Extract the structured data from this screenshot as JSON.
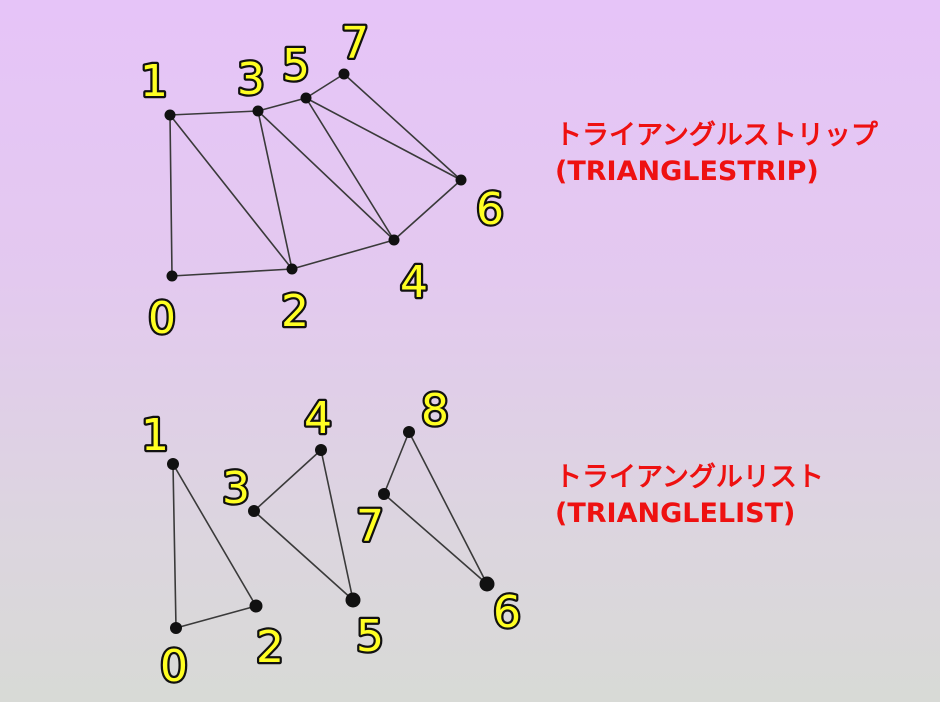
{
  "strip": {
    "caption_jp": "トライアングルストリップ",
    "caption_en": "(TRIANGLESTRIP)",
    "vertex_labels": [
      "0",
      "1",
      "2",
      "3",
      "4",
      "5",
      "6",
      "7"
    ]
  },
  "list": {
    "caption_jp": "トライアングルリスト",
    "caption_en": "(TRIANGLELIST)",
    "vertex_labels": [
      "0",
      "1",
      "2",
      "3",
      "4",
      "5",
      "6",
      "7",
      "8"
    ]
  },
  "colors": {
    "caption": "#ee1111",
    "label_fill": "#ffff22",
    "label_outline": "#111111",
    "edge": "#3a3a3a",
    "vertex": "#111111"
  }
}
